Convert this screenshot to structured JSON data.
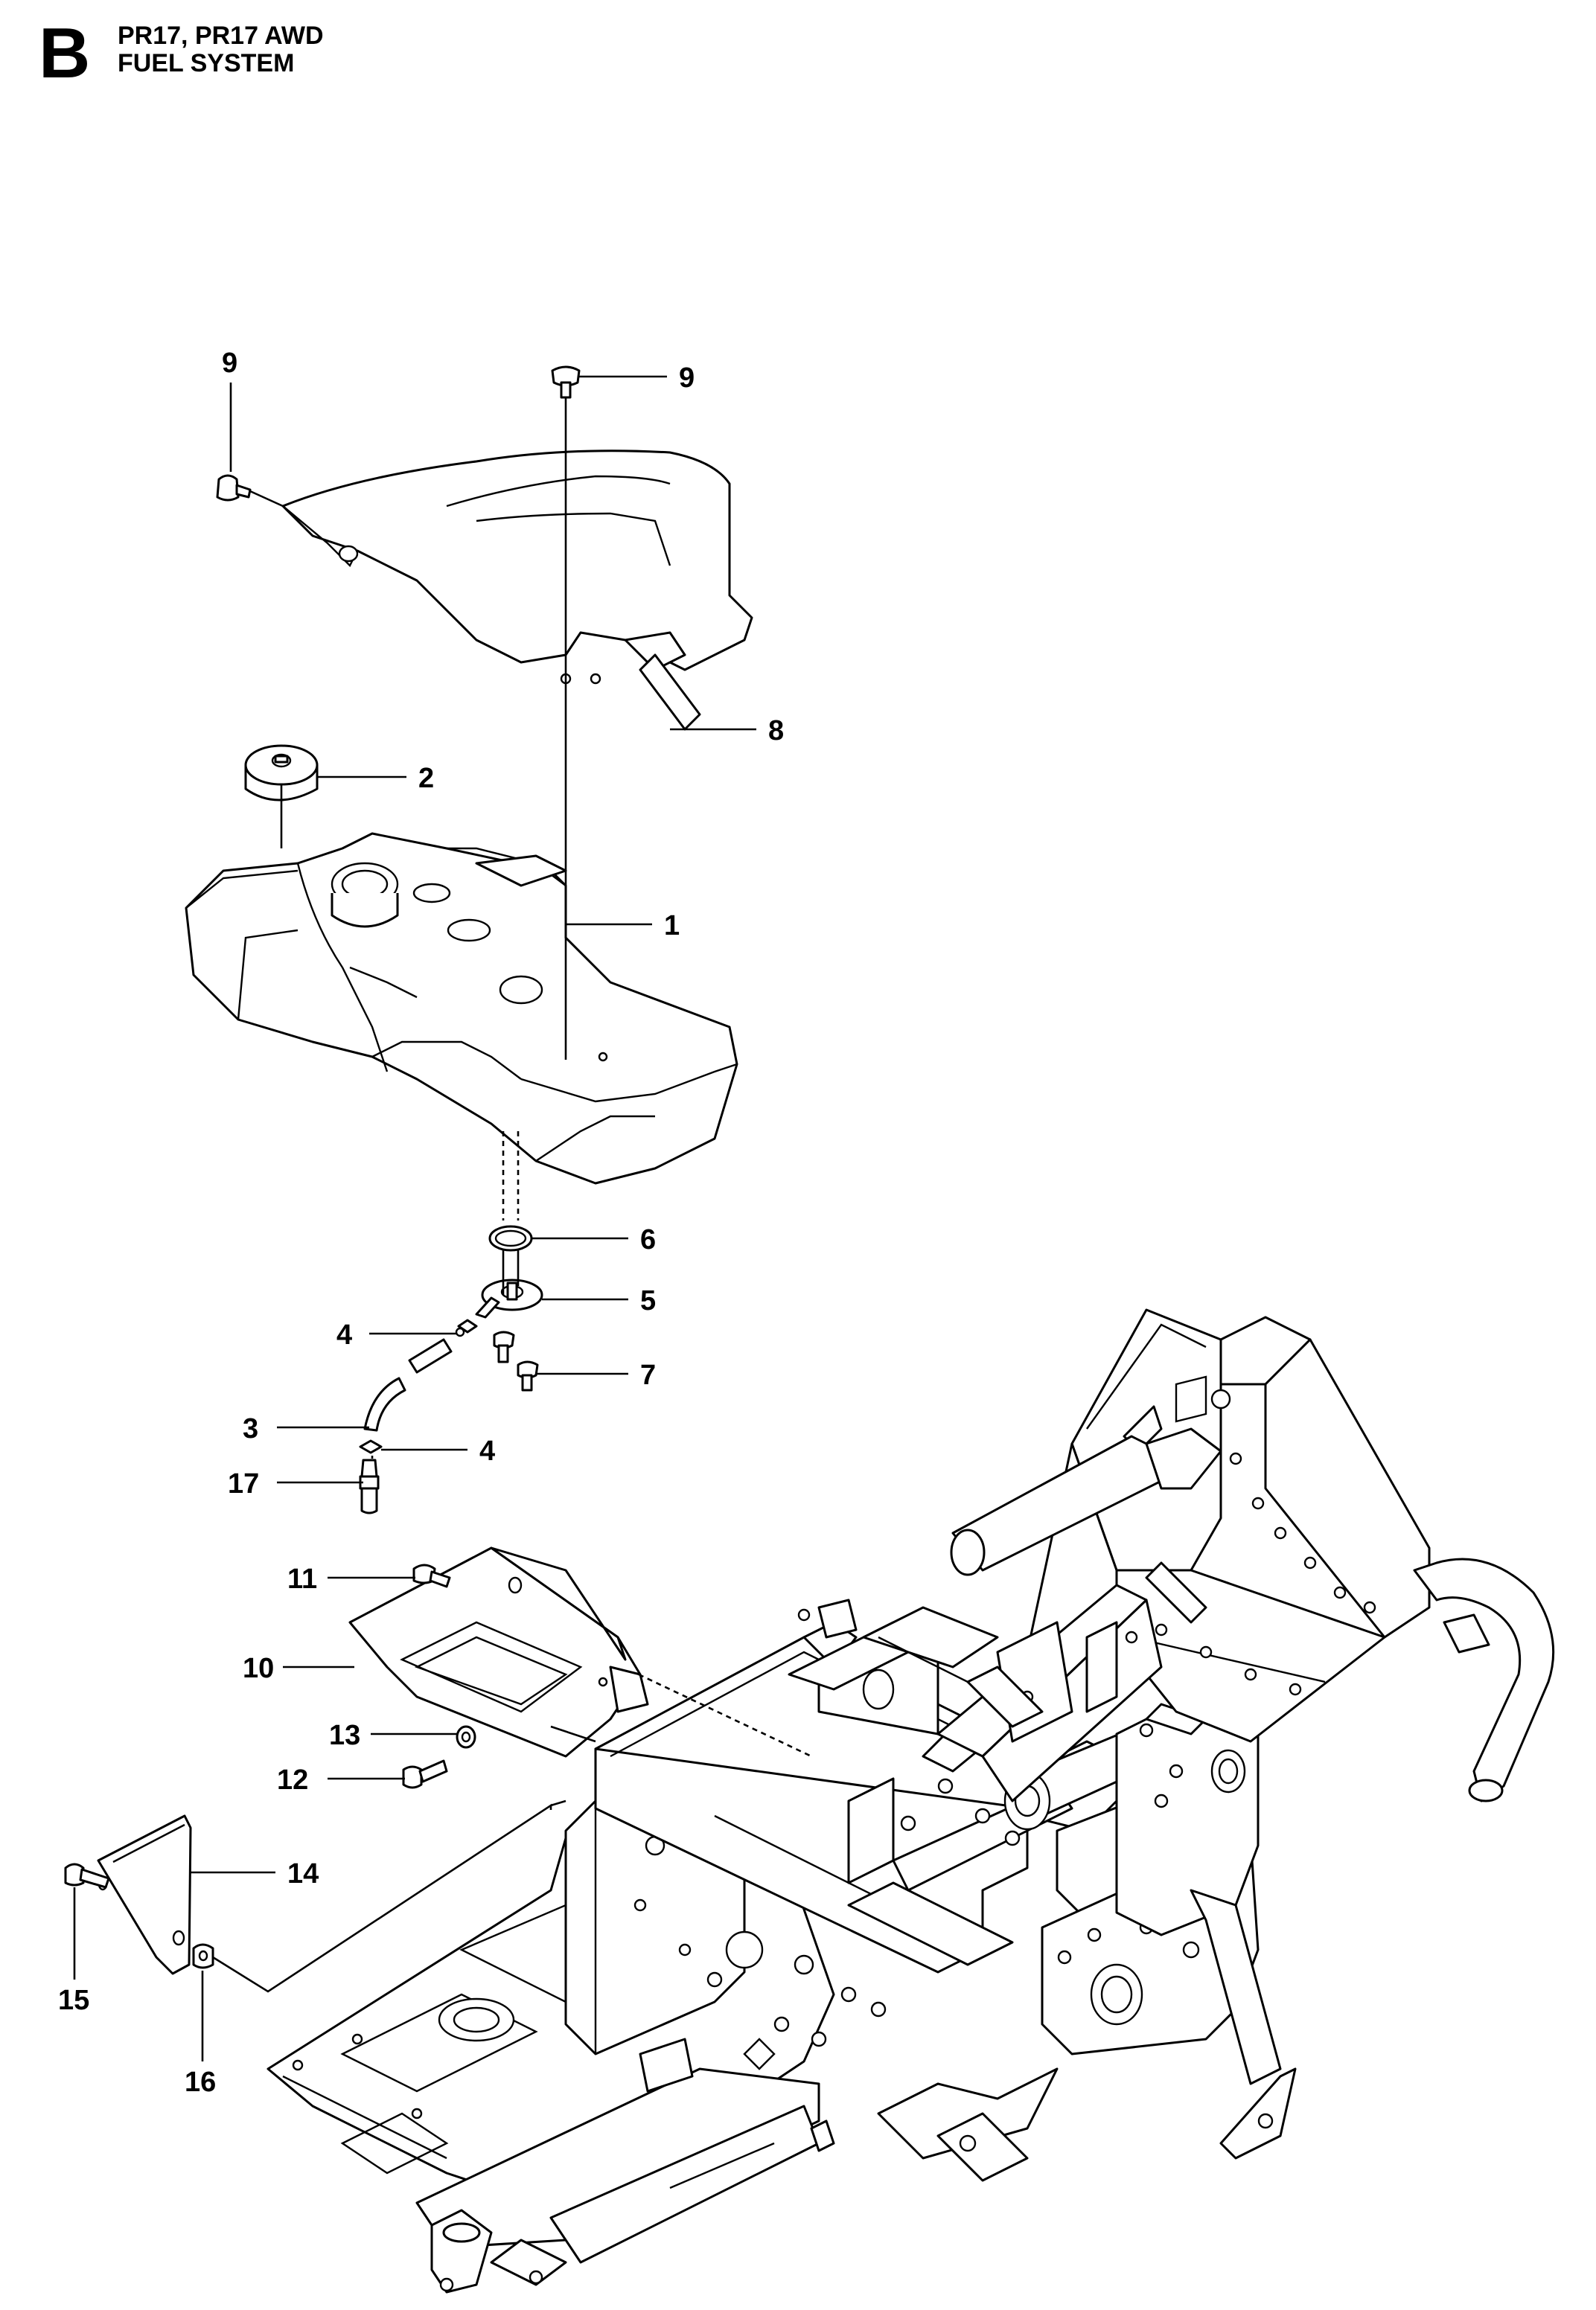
{
  "header": {
    "section_letter": "B",
    "model_line": "PR17, PR17 AWD",
    "section_title": "FUEL SYSTEM"
  },
  "callouts": [
    {
      "id": "c9a",
      "label": "9"
    },
    {
      "id": "c9b",
      "label": "9"
    },
    {
      "id": "c8",
      "label": "8"
    },
    {
      "id": "c2",
      "label": "2"
    },
    {
      "id": "c1",
      "label": "1"
    },
    {
      "id": "c6",
      "label": "6"
    },
    {
      "id": "c5",
      "label": "5"
    },
    {
      "id": "c4a",
      "label": "4"
    },
    {
      "id": "c7",
      "label": "7"
    },
    {
      "id": "c3",
      "label": "3"
    },
    {
      "id": "c4b",
      "label": "4"
    },
    {
      "id": "c17",
      "label": "17"
    },
    {
      "id": "c11",
      "label": "11"
    },
    {
      "id": "c10",
      "label": "10"
    },
    {
      "id": "c13",
      "label": "13"
    },
    {
      "id": "c12",
      "label": "12"
    },
    {
      "id": "c14",
      "label": "14"
    },
    {
      "id": "c15",
      "label": "15"
    },
    {
      "id": "c16",
      "label": "16"
    }
  ]
}
